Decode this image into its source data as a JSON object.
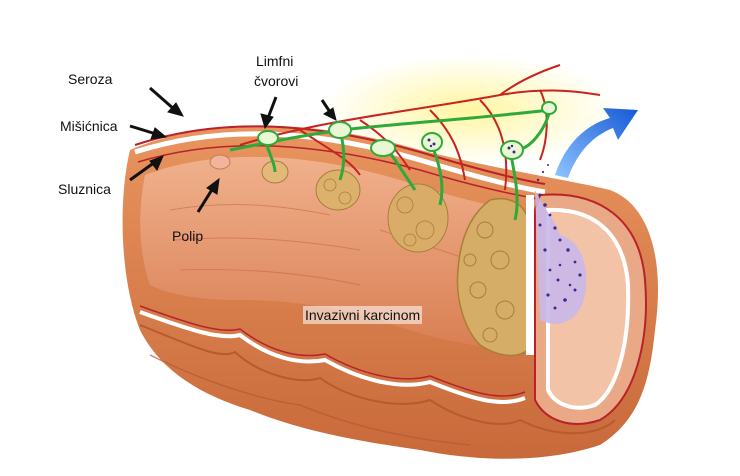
{
  "labels": {
    "seroza": "Seroza",
    "misicnica": "Mišićnica",
    "sluznica": "Sluznica",
    "limfni": "Limfni",
    "cvorovi": "čvorovi",
    "polip": "Polip",
    "invazivni": "Invazivni karcinom"
  },
  "colors": {
    "serosa": "#d9875a",
    "lumen": "#e7a07c",
    "mucosa_line": "#ffffff",
    "muscle_line": "#b8232a",
    "lymph": "#2faa3a",
    "vessel": "#c8231f",
    "tumor": "#d8b16a",
    "invasion": "#5a3ea0",
    "arrow_blue": "#1f6fe0",
    "glow": "#fff5a8"
  }
}
